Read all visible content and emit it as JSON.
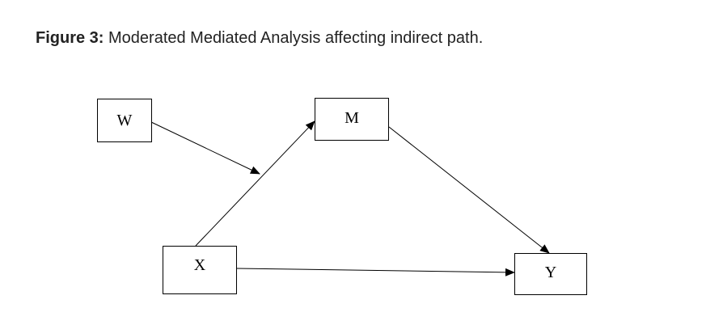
{
  "caption": {
    "label": "Figure 3:",
    "text": " Moderated Mediated Analysis affecting indirect path."
  },
  "nodes": {
    "w": "W",
    "m": "M",
    "x": "X",
    "y": "Y"
  }
}
